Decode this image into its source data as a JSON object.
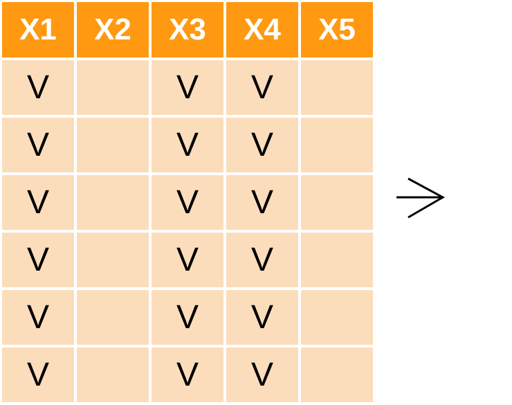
{
  "headers": [
    "X1",
    "X2",
    "X3",
    "X4",
    "X5"
  ],
  "rows": [
    [
      "V",
      "",
      "V",
      "V",
      ""
    ],
    [
      "V",
      "",
      "V",
      "V",
      ""
    ],
    [
      "V",
      "",
      "V",
      "V",
      ""
    ],
    [
      "V",
      "",
      "V",
      "V",
      ""
    ],
    [
      "V",
      "",
      "V",
      "V",
      ""
    ],
    [
      "V",
      "",
      "V",
      "V",
      ""
    ]
  ],
  "colors": {
    "header": "#FF9911",
    "cell": "#FBDDBC"
  },
  "arrow_icon": "right-arrow-icon"
}
